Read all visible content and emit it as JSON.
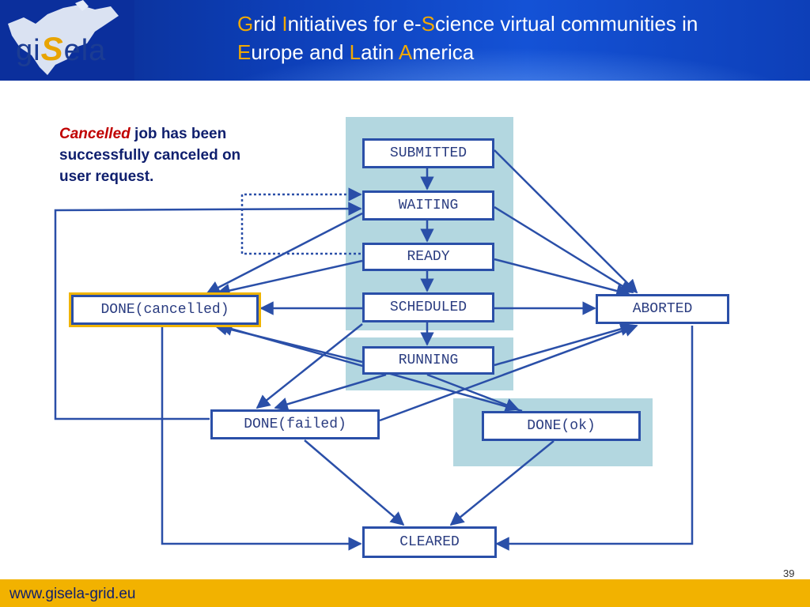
{
  "header": {
    "logo": {
      "pre": "gi",
      "s": "S",
      "post": "ela"
    },
    "title_parts": [
      {
        "text": "G",
        "cap": true
      },
      {
        "text": "rid ",
        "cap": false
      },
      {
        "text": "I",
        "cap": true
      },
      {
        "text": "nitiatives for e-",
        "cap": false
      },
      {
        "text": "S",
        "cap": true
      },
      {
        "text": "cience virtual communities in",
        "cap": false
      },
      {
        "text": "E",
        "cap": true
      },
      {
        "text": "urope and ",
        "cap": false
      },
      {
        "text": "L",
        "cap": true
      },
      {
        "text": "atin ",
        "cap": false
      },
      {
        "text": "A",
        "cap": true
      },
      {
        "text": "merica",
        "cap": false
      }
    ]
  },
  "description": {
    "term": "Cancelled",
    "line1": " job has been",
    "line2": "successfully canceled on",
    "line3": "user request."
  },
  "states": {
    "submitted": "SUBMITTED",
    "waiting": "WAITING",
    "ready": "READY",
    "scheduled": "SCHEDULED",
    "running": "RUNNING",
    "done_cancelled": "DONE(cancelled)",
    "aborted": "ABORTED",
    "done_failed": "DONE(failed)",
    "done_ok": "DONE(ok)",
    "cleared": "CLEARED"
  },
  "colors": {
    "arrow": "#2a4fa8",
    "panel": "#b3d7e0",
    "highlight": "#f0b400",
    "accent": "#f2a900"
  },
  "footer": {
    "url": "www.gisela-grid.eu",
    "page": "39"
  }
}
